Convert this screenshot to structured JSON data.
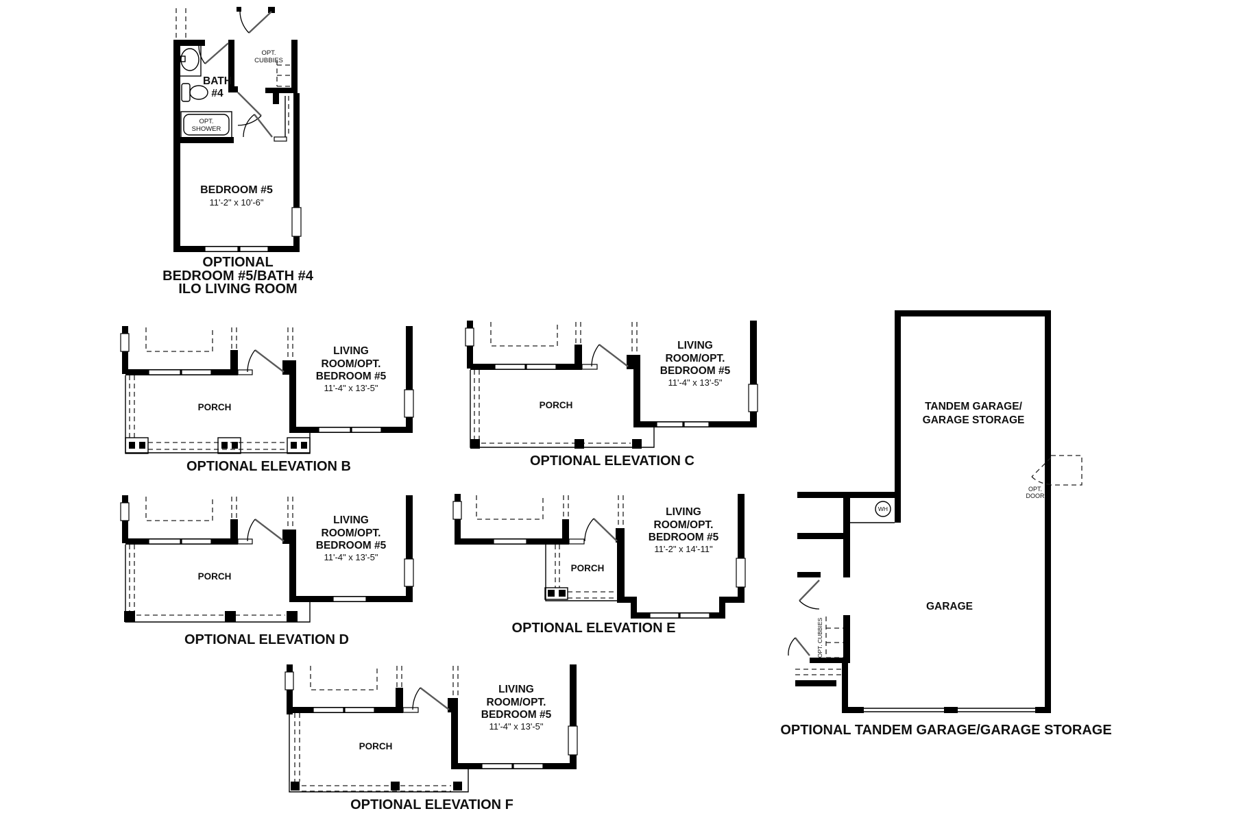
{
  "page": {
    "background": "#ffffff",
    "ink": "#000000"
  },
  "plan_bed5": {
    "bath_line1": "BATH",
    "bath_line2": "#4",
    "shower_line1": "OPT.",
    "shower_line2": "SHOWER",
    "cubbies_line1": "OPT.",
    "cubbies_line2": "CUBBIES",
    "room": "BEDROOM #5",
    "dims": "11'-2\" x 10'-6\"",
    "caption_line1": "OPTIONAL",
    "caption_line2": "BEDROOM #5/BATH #4",
    "caption_line3": "ILO LIVING ROOM"
  },
  "elev_b": {
    "room_line1": "LIVING",
    "room_line2": "ROOM/OPT.",
    "room_line3": "BEDROOM #5",
    "dims": "11'-4\" x 13'-5\"",
    "porch": "PORCH",
    "caption": "OPTIONAL ELEVATION B"
  },
  "elev_c": {
    "room_line1": "LIVING",
    "room_line2": "ROOM/OPT.",
    "room_line3": "BEDROOM #5",
    "dims": "11'-4\" x 13'-5\"",
    "porch": "PORCH",
    "caption": "OPTIONAL ELEVATION C"
  },
  "elev_d": {
    "room_line1": "LIVING",
    "room_line2": "ROOM/OPT.",
    "room_line3": "BEDROOM #5",
    "dims": "11'-4\" x 13'-5\"",
    "porch": "PORCH",
    "caption": "OPTIONAL ELEVATION D"
  },
  "elev_e": {
    "room_line1": "LIVING",
    "room_line2": "ROOM/OPT.",
    "room_line3": "BEDROOM #5",
    "dims": "11'-2\" x 14'-11\"",
    "porch": "PORCH",
    "caption": "OPTIONAL ELEVATION E"
  },
  "elev_f": {
    "room_line1": "LIVING",
    "room_line2": "ROOM/OPT.",
    "room_line3": "BEDROOM #5",
    "dims": "11'-4\" x 13'-5\"",
    "porch": "PORCH",
    "caption": "OPTIONAL ELEVATION F"
  },
  "garage": {
    "tandem_line1": "TANDEM GARAGE/",
    "tandem_line2": "GARAGE STORAGE",
    "garage_label": "GARAGE",
    "wh": "WH",
    "opt_door_line1": "OPT.",
    "opt_door_line2": "DOOR",
    "opt_cubbies": "OPT. CUBBIES",
    "caption": "OPTIONAL TANDEM GARAGE/GARAGE STORAGE"
  }
}
